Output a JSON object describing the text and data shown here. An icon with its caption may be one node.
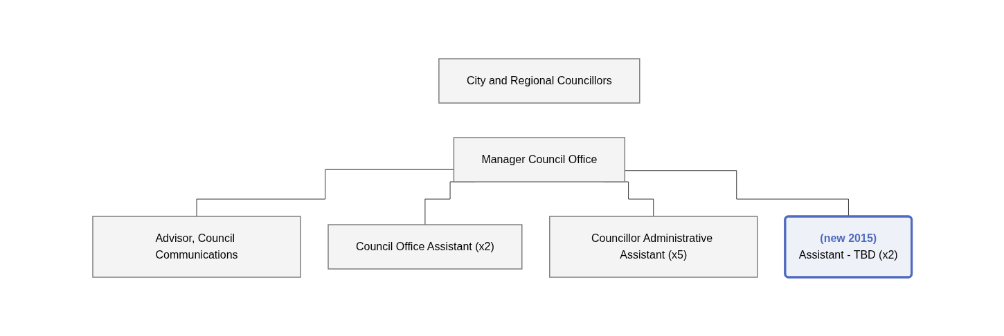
{
  "diagram": {
    "nodes": [
      {
        "text": [
          "City and Regional Councillors"
        ]
      },
      {
        "text": [
          "Manager Council Office"
        ]
      },
      {
        "text": [
          "Advisor, Council Communications"
        ]
      },
      {
        "text": [
          "Council Office Assistant (x2)"
        ]
      },
      {
        "text": [
          "Councillor Administrative Assistant (x5)"
        ]
      },
      {
        "text": [
          "(new 2015)",
          "Assistant - TBD (x2)"
        ]
      }
    ],
    "edges": [
      {
        "from": 1,
        "to": 2,
        "arrow": "none"
      },
      {
        "from": 1,
        "to": 3,
        "arrow": "none"
      },
      {
        "from": 1,
        "to": 4,
        "arrow": "none"
      },
      {
        "from": 1,
        "to": 5,
        "arrow": "none"
      }
    ]
  }
}
